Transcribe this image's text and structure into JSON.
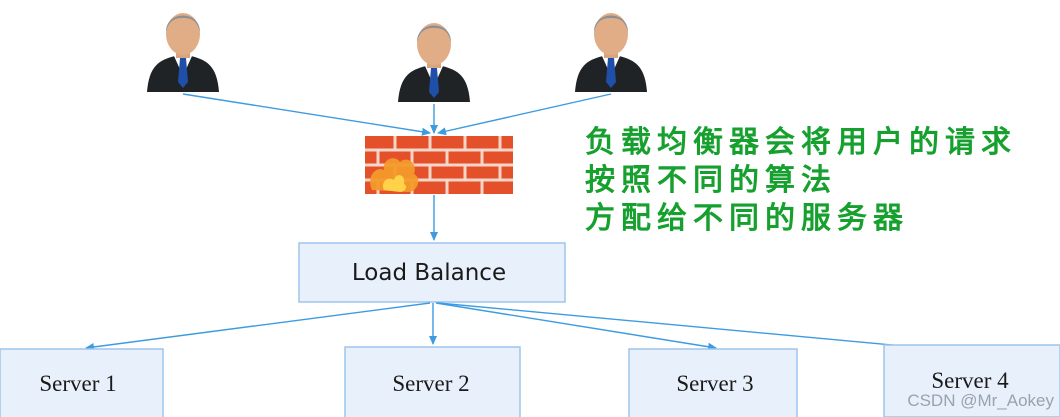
{
  "users": [
    {
      "label": ""
    },
    {
      "label": ""
    },
    {
      "label": ""
    }
  ],
  "firewall": {
    "icon": "firewall-icon"
  },
  "load_balancer": {
    "label": "Load Balance"
  },
  "servers": [
    {
      "label": "Server 1"
    },
    {
      "label": "Server 2"
    },
    {
      "label": "Server 3"
    },
    {
      "label": "Server 4"
    }
  ],
  "annotation": {
    "lines": [
      "负载均衡器会将用户的请求",
      "按照不同的算法",
      "方配给不同的服务器"
    ],
    "color": "#16a02e"
  },
  "watermark": {
    "text": "CSDN @Mr_Aokey"
  },
  "colors": {
    "box_fill": "#e8f1fb",
    "box_stroke": "#9ec5ea",
    "arrow": "#3d9be0",
    "brick": "#e4502a"
  }
}
